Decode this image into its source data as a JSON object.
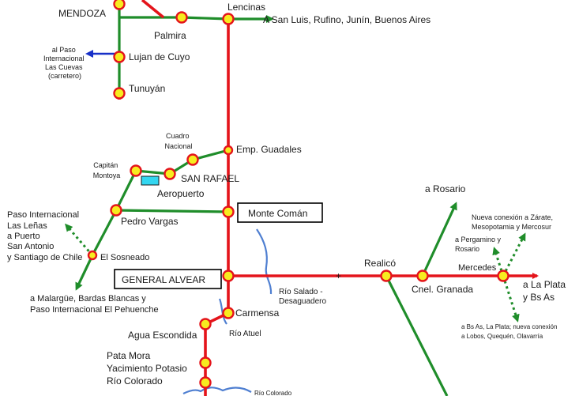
{
  "colors": {
    "rail_main": "#e4141b",
    "rail_branch": "#1f8d2a",
    "road_arrow": "#1730c8",
    "river": "#4f7fd1",
    "station_fill": "#f7ec1f",
    "airport": "#33d6f0"
  },
  "labels": {
    "mendoza": "MENDOZA",
    "palmira": "Palmira",
    "lencinas": "Lencinas",
    "to_san_luis": "A San Luis, Rufino, Junín, Buenos Aires",
    "paso_cuevas": [
      "al Paso",
      "Internacional",
      "Las Cuevas",
      "(carretero)"
    ],
    "lujan": "Lujan de Cuyo",
    "tunuyan": "Tunuyán",
    "cuadro_nacional": [
      "Cuadro",
      "Nacional"
    ],
    "emp_guadales": "Emp. Guadales",
    "capitan_montoya": [
      "Capitán",
      "Montoya"
    ],
    "san_rafael": "SAN RAFAEL",
    "aeropuerto": "Aeropuerto",
    "pedro_vargas": "Pedro Vargas",
    "paso_lenas": [
      "Paso Internacional",
      "Las Leñas",
      "a Puerto",
      "San Antonio",
      "y Santiago de Chile"
    ],
    "el_sosneado": "El Sosneado",
    "a_malargue": [
      "a Malargüe, Bardas Blancas y",
      "Paso Internacional El Pehuenche"
    ],
    "general_alvear": "GENERAL ALVEAR",
    "monte_coman": "Monte Comán",
    "rio_salado": [
      "Río Salado -",
      "Desaguadero"
    ],
    "carmensa": "Carmensa",
    "agua_escondida": "Agua Escondida",
    "rio_atuel": "Río Atuel",
    "pata_mora": [
      "Pata Mora",
      "Yacimiento Potasio"
    ],
    "rio_colorado": "Río Colorado",
    "rio_colorado_river": "Río Colorado",
    "realico": "Realicó",
    "cnel_granada": "Cnel. Granada",
    "a_rosario": "a Rosario",
    "mercedes": "Mercedes",
    "a_la_plata": [
      "a La Plata",
      "y Bs As"
    ],
    "nueva_conexion": [
      "Nueva conexión a Zárate,",
      "Mesopotamia y Mercosur"
    ],
    "a_pergamino": [
      "a Pergamino y",
      "Rosario"
    ],
    "a_bs_as_lobos": [
      "a Bs As, La Plata; nueva conexión",
      "a Lobos, Quequén, Olavarría"
    ]
  }
}
